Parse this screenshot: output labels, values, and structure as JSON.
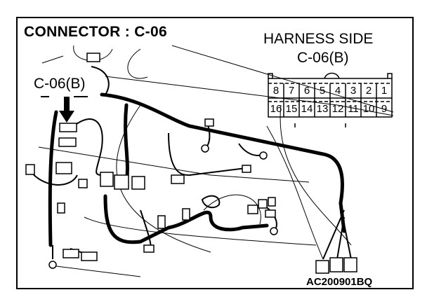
{
  "title": "CONNECTOR : C-06",
  "harness_side": {
    "label": "HARNESS SIDE",
    "connector_id": "C-06(B)",
    "pins_top": [
      "8",
      "7",
      "6",
      "5",
      "4",
      "3",
      "2",
      "1"
    ],
    "pins_bottom": [
      "16",
      "15",
      "14",
      "13",
      "12",
      "11",
      "10",
      "9"
    ]
  },
  "callout_label": "C-06(B)",
  "figure_code": "AC200901BQ"
}
